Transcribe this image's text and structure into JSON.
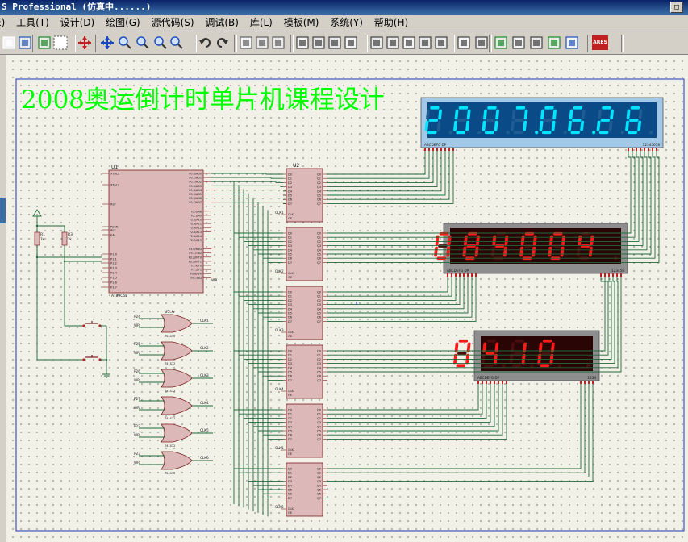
{
  "window": {
    "title": "S Professional (仿真中......)",
    "maximize_glyph": "□"
  },
  "menu": {
    "items": [
      "E)",
      "工具(T)",
      "设计(D)",
      "绘图(G)",
      "源代码(S)",
      "调试(B)",
      "库(L)",
      "模板(M)",
      "系统(Y)",
      "帮助(H)"
    ]
  },
  "toolbar": {
    "icons": [
      "new-file-icon",
      "save-icon",
      "refresh-icon",
      "grid-icon",
      "origin-icon",
      "pan-icon",
      "zoom-in-icon",
      "zoom-out-icon",
      "zoom-all-icon",
      "zoom-area-icon",
      "undo-icon",
      "redo-icon",
      "cut-icon",
      "copy-icon",
      "paste-icon",
      "block-copy-icon",
      "block-move-icon",
      "block-rotate-icon",
      "block-delete-icon",
      "pick-device-icon",
      "make-device-icon",
      "package-icon",
      "decompose-icon",
      "wire-autorouter-icon",
      "search-icon",
      "property-tool-icon",
      "netlist-icon",
      "bom-icon",
      "erc-icon",
      "netlist-ares-icon",
      "help-icon",
      "ares-icon"
    ],
    "ares_label": "ARES"
  },
  "schematic": {
    "title": "2008奥运倒计时单片机课程设计",
    "title_color": "#00ff00",
    "mcu": {
      "ref": "U1",
      "part": "AT89C52",
      "left_pins": [
        "XTAL1",
        "XTAL2",
        "RST",
        "PSEN",
        "ALE",
        "EA",
        "P1.0",
        "P1.1",
        "P1.2",
        "P1.3",
        "P1.4",
        "P1.5",
        "P1.6",
        "P1.7"
      ],
      "right_pins": [
        "P0.0/AD0",
        "P0.1/AD1",
        "P0.2/AD2",
        "P0.3/AD3",
        "P0.4/AD4",
        "P0.5/AD5",
        "P0.6/AD6",
        "P0.7/AD7",
        "P2.0/A8",
        "P2.1/A9",
        "P2.2/A10",
        "P2.3/A11",
        "P2.4/A12",
        "P2.5/A13",
        "P2.6/A14",
        "P2.7/A15",
        "P3.0/RXD",
        "P3.1/TXD",
        "P3.2/INT0",
        "P3.3/INT1",
        "P3.4/T0",
        "P3.5/T1",
        "P3.6/WR",
        "P3.7/RD"
      ],
      "wr_label": "WR"
    },
    "latches": {
      "first_ref": "U2",
      "d_pins": [
        "D0",
        "D1",
        "D2",
        "D3",
        "D4",
        "D5",
        "D6",
        "D7"
      ],
      "q_pins": [
        "Q0",
        "Q1",
        "Q2",
        "Q3",
        "Q4",
        "Q5",
        "Q6",
        "Q7"
      ],
      "clk_labels": [
        "CLK1",
        "CLK2",
        "CLK3",
        "CLK4",
        "CLK5",
        "CLK6"
      ],
      "clk_pin": "CLK",
      "oe_pin": "OE"
    },
    "gates": {
      "ref": "U3:A",
      "part": "74LS32",
      "rows": [
        {
          "in": "P24",
          "wr": "WR",
          "out": "CLK1"
        },
        {
          "in": "P25",
          "wr": "WR",
          "out": "CLK2"
        },
        {
          "in": "P26",
          "wr": "WR",
          "out": "CLK3"
        },
        {
          "in": "P27",
          "wr": "WR",
          "out": "CLK4"
        },
        {
          "in": "P22",
          "wr": "WR",
          "out": "CLK5"
        },
        {
          "in": "P23",
          "wr": "WR",
          "out": "CLK6"
        }
      ]
    },
    "resistors": [
      {
        "ref": "R1",
        "value": "1k"
      },
      {
        "ref": "R3",
        "value": "1k"
      }
    ],
    "displays": [
      {
        "digits": "2007.06.26",
        "pins": "ABCDEFG DP",
        "digit_pins": "12345678",
        "color": "#00e5ff",
        "bg": "#0a4a86",
        "frame": "#a3c9e8"
      },
      {
        "digits": "084004",
        "pins": "ABCDEFG DP",
        "digit_pins": "123456",
        "color": "#ff1a1a",
        "bg": "#2a0505",
        "frame": "#8e8e8e"
      },
      {
        "digits": "0410",
        "pins": "ABCDEFG DP",
        "digit_pins": "1234",
        "color": "#ff1a1a",
        "bg": "#2a0505",
        "frame": "#8e8e8e"
      }
    ]
  }
}
